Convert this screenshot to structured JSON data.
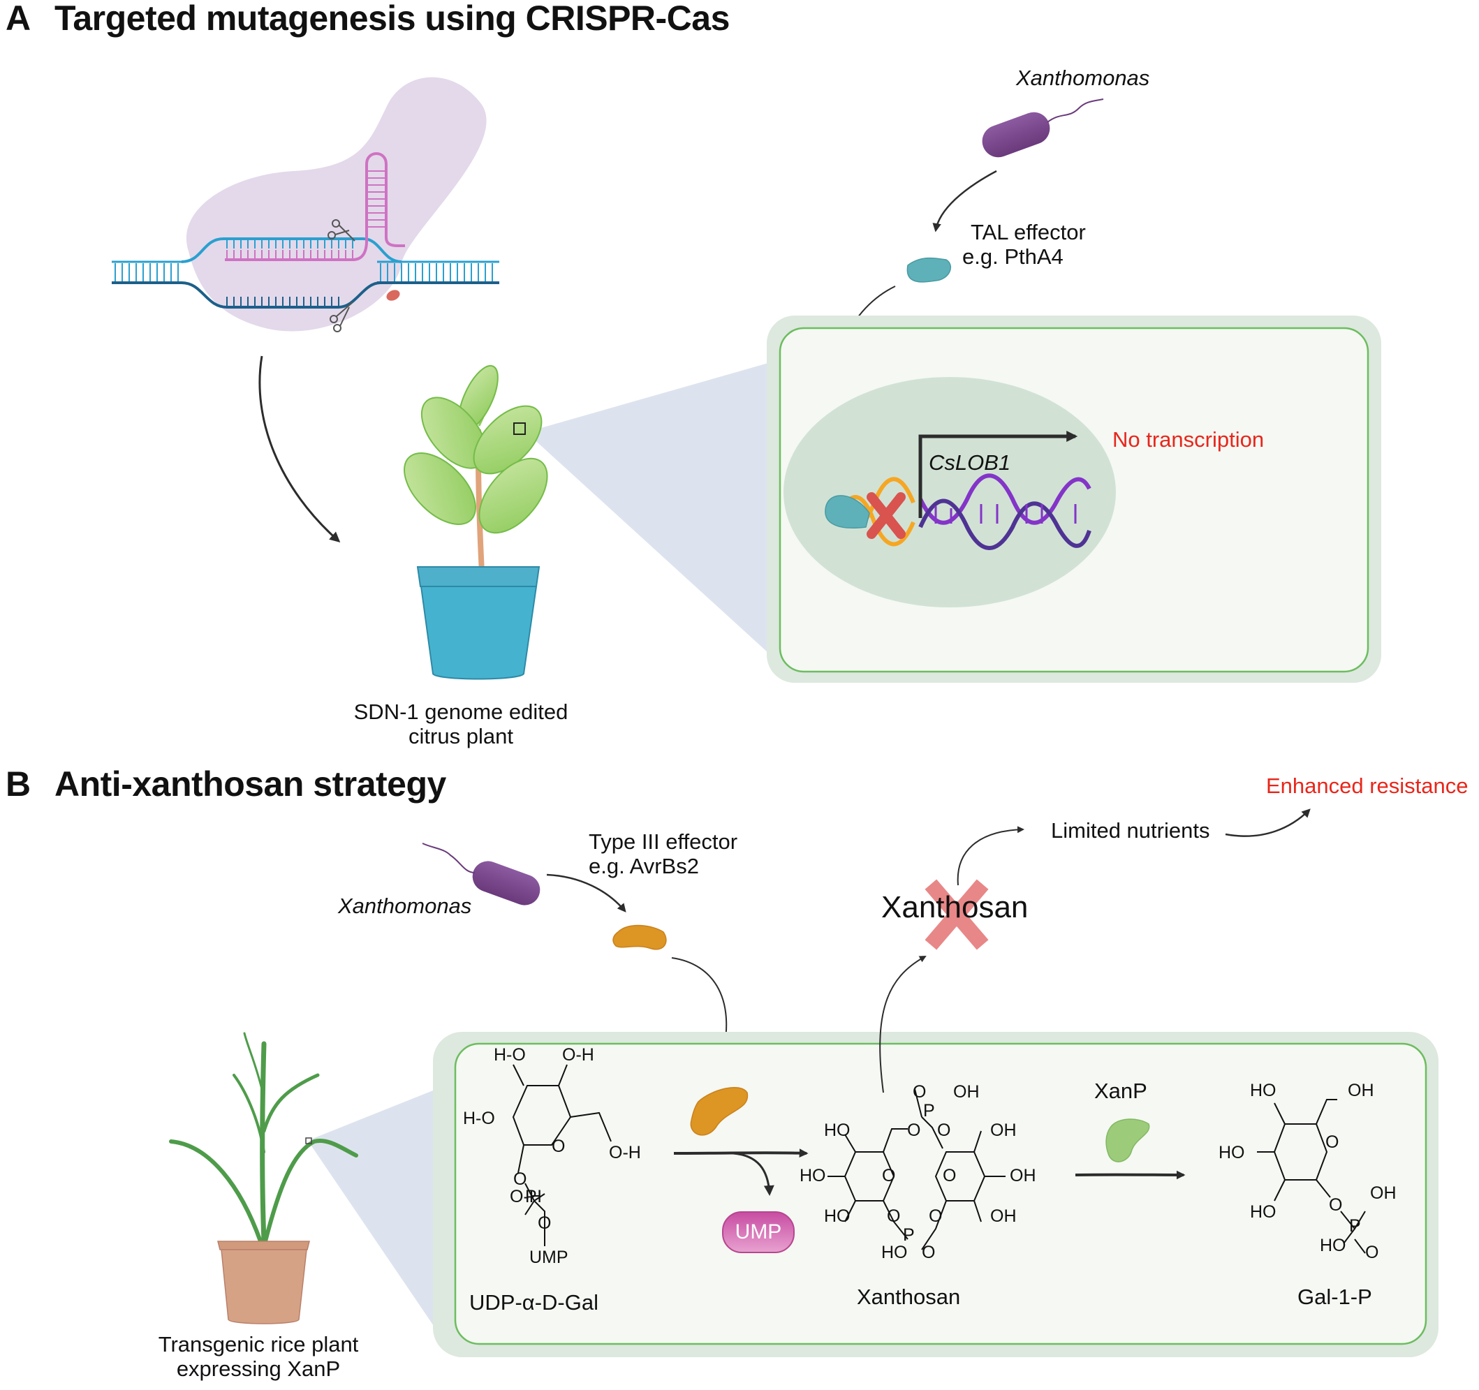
{
  "panel_a": {
    "letter": "A",
    "title": "Targeted mutagenesis using CRISPR-Cas",
    "pathogen_label": "Xanthomonas",
    "effector_line1": "TAL effector",
    "effector_line2": "e.g. PthA4",
    "gene_label": "CsLOB1",
    "outcome_label": "No transcription",
    "plant_line1": "SDN-1 genome edited",
    "plant_line2": "citrus plant",
    "icons": [
      "cas9-complex-icon",
      "scissors-icon",
      "guide-rna-icon",
      "bacterium-icon",
      "tal-effector-protein-icon",
      "citrus-plant-icon",
      "nucleus-icon",
      "dna-helix-icon",
      "blocked-x-icon",
      "promoter-arrow-icon"
    ]
  },
  "panel_b": {
    "letter": "B",
    "title": "Anti-xanthosan strategy",
    "pathogen_label": "Xanthomonas",
    "effector_line1": "Type III effector",
    "effector_line2": "e.g. AvrBs2",
    "blocked_product": "Xanthosan",
    "nutrient_label": "Limited nutrients",
    "outcome_label": "Enhanced resistance",
    "byproduct_label": "UMP",
    "enzyme_label": "XanP",
    "plant_line1": "Transgenic rice plant",
    "plant_line2": "expressing XanP",
    "molecules": [
      {
        "name": "UDP-α-D-Gal",
        "groups": [
          "H-O",
          "O-H",
          "H-O",
          "O-H",
          "O",
          "O-H",
          "P",
          "O",
          "O",
          "UMP"
        ]
      },
      {
        "name": "Xanthosan",
        "groups": [
          "O",
          "OH",
          "P",
          "O",
          "O",
          "HO",
          "OH",
          "HO",
          "O",
          "O",
          "OH",
          "HO",
          "O",
          "O",
          "OH",
          "P",
          "HO",
          "O"
        ]
      },
      {
        "name": "Gal-1-P",
        "groups": [
          "HO",
          "OH",
          "HO",
          "O",
          "HO",
          "O",
          "OH",
          "P",
          "HO",
          "O"
        ]
      }
    ]
  },
  "colors": {
    "accent_red": "#e8261b",
    "cell_fill": "#f5f8f3",
    "cell_wall": "#dde7de",
    "cell_border": "#6cbd5e",
    "nucleus": "#d1e2d5",
    "bacterium": "#7d4a8e",
    "tal_effector": "#5eb1b9",
    "type3_effector": "#dd9524",
    "xanp_enzyme": "#9ccc7a",
    "ump_pill": "#cc5aa8",
    "zoom_wedge": "#d8e0ec"
  }
}
